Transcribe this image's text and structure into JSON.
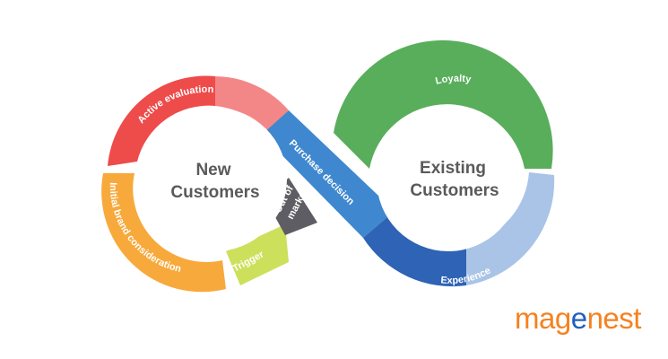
{
  "diagram": {
    "left_loop": {
      "line1": "New",
      "line2": "Customers"
    },
    "right_loop": {
      "line1": "Existing",
      "line2": "Customers"
    },
    "stages": {
      "active_evaluation": "Active evaluation",
      "initial_brand_consideration": "Initial brand consideration",
      "trigger": "Trigger",
      "out_of_market_line1": "Out of",
      "out_of_market_line2": "market",
      "purchase_decision": "Purchase decision",
      "loyalty": "Loyalty",
      "experience": "Experience"
    },
    "colors": {
      "red": "#ee4b4b",
      "pink": "#f38787",
      "orange": "#f7a93b",
      "yellow_green": "#cde05c",
      "gray": "#5d5d63",
      "blue": "#3f88cf",
      "green": "#59ae5b",
      "dark_blue": "#2e63b5",
      "light_blue": "#a9c4e6"
    }
  },
  "logo": {
    "part1": "mag",
    "part2": "e",
    "part3": "nest"
  }
}
